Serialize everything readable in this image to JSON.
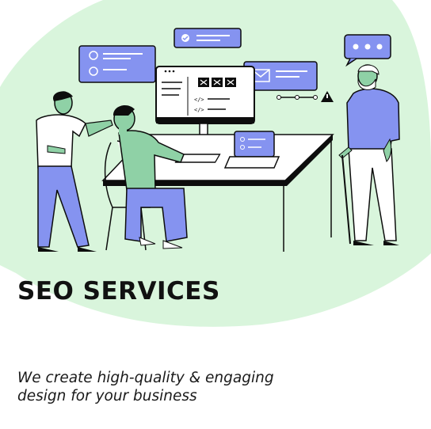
{
  "card": {
    "title": "SEO SERVICES",
    "subtitle_line1": "We create high-quality & engaging",
    "subtitle_line2": "design for your business"
  },
  "colors": {
    "blob": "#d9f5dc",
    "accent_blue": "#8593f0",
    "skin": "#8fd1a6",
    "ink": "#0d0d0d"
  },
  "illustration": {
    "icons": [
      "chat-bubble-icon",
      "checkbox-icon",
      "email-icon",
      "warning-icon",
      "code-icon",
      "close-icon"
    ]
  }
}
